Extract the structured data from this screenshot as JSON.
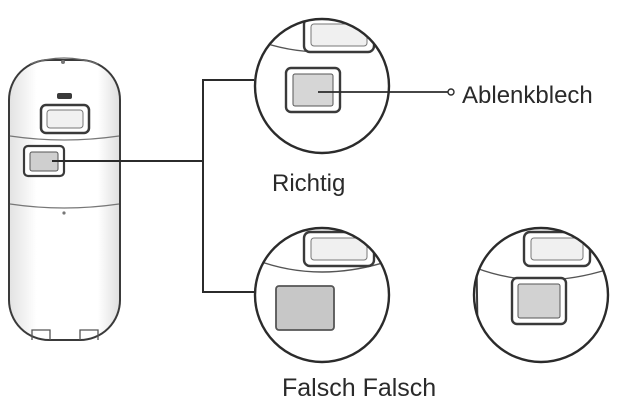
{
  "labels": {
    "part": "Ablenkblech",
    "correct": "Richtig",
    "wrong": "Falsch Falsch"
  },
  "colors": {
    "line": "#2b2b2b",
    "outline": "#3a3a3a",
    "body_fill": "#ffffff",
    "shade": "#d9d9d9",
    "shade_dark": "#bdbdbd",
    "seam": "#6a6a6a"
  }
}
